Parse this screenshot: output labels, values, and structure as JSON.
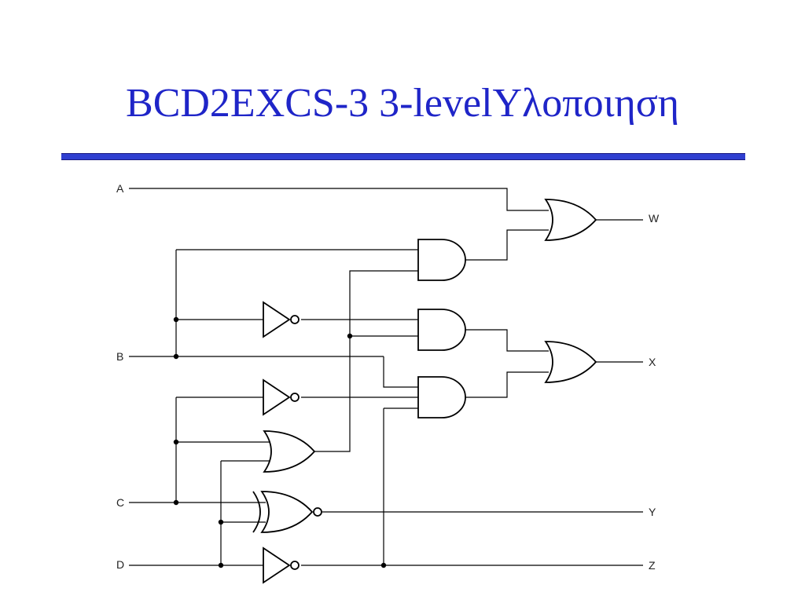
{
  "slide": {
    "title": "BCD2EXCS-3 3-levelΥλοποιηση"
  },
  "circuit": {
    "inputs": {
      "a": "A",
      "b": "B",
      "c": "C",
      "d": "D"
    },
    "outputs": {
      "w": "W",
      "x": "X",
      "y": "Y",
      "z": "Z"
    }
  }
}
